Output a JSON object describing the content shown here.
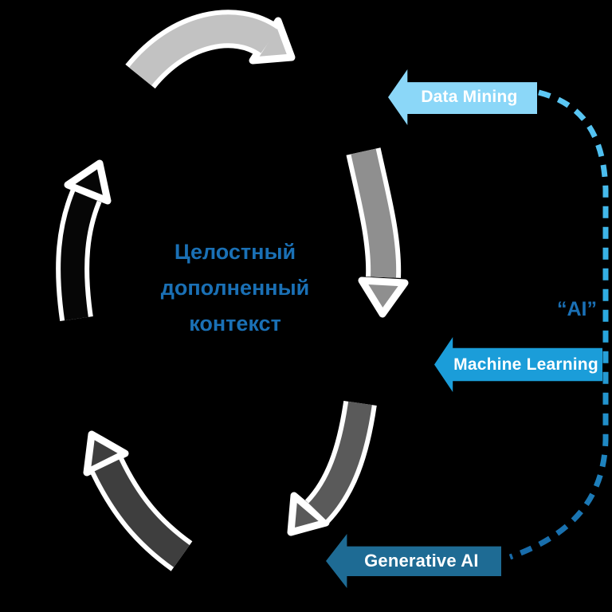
{
  "canvas": {
    "background": "#000000"
  },
  "center_text": {
    "lines": [
      "Целостный",
      "дополненный",
      "контекст"
    ],
    "color": "#1A70B5"
  },
  "cycle": {
    "outline_color": "#FFFFFF",
    "arrows": [
      {
        "id": "top",
        "color": "#C2C2C2"
      },
      {
        "id": "right",
        "color": "#8F8F8F"
      },
      {
        "id": "bottom-right",
        "color": "#5A5A5A"
      },
      {
        "id": "bottom-left",
        "color": "#3E3E3E"
      },
      {
        "id": "left",
        "color": "#060606"
      }
    ]
  },
  "arrow_labels": [
    {
      "id": "data-mining",
      "label": "Data Mining",
      "fill": "#8BD7F8",
      "text_color": "#FFFFFF"
    },
    {
      "id": "machine-learning",
      "label": "Machine Learning",
      "fill": "#1B9DD9",
      "text_color": "#FFFFFF"
    },
    {
      "id": "generative-ai",
      "label": "Generative AI",
      "fill": "#1E6B94",
      "text_color": "#FFFFFF"
    }
  ],
  "ai_bracket": {
    "label": "“AI”",
    "label_color": "#1A70B5",
    "dash_top_color": "#5EC9F6",
    "dash_mid_color": "#29A8DF",
    "dash_bottom_color": "#1769A8"
  }
}
